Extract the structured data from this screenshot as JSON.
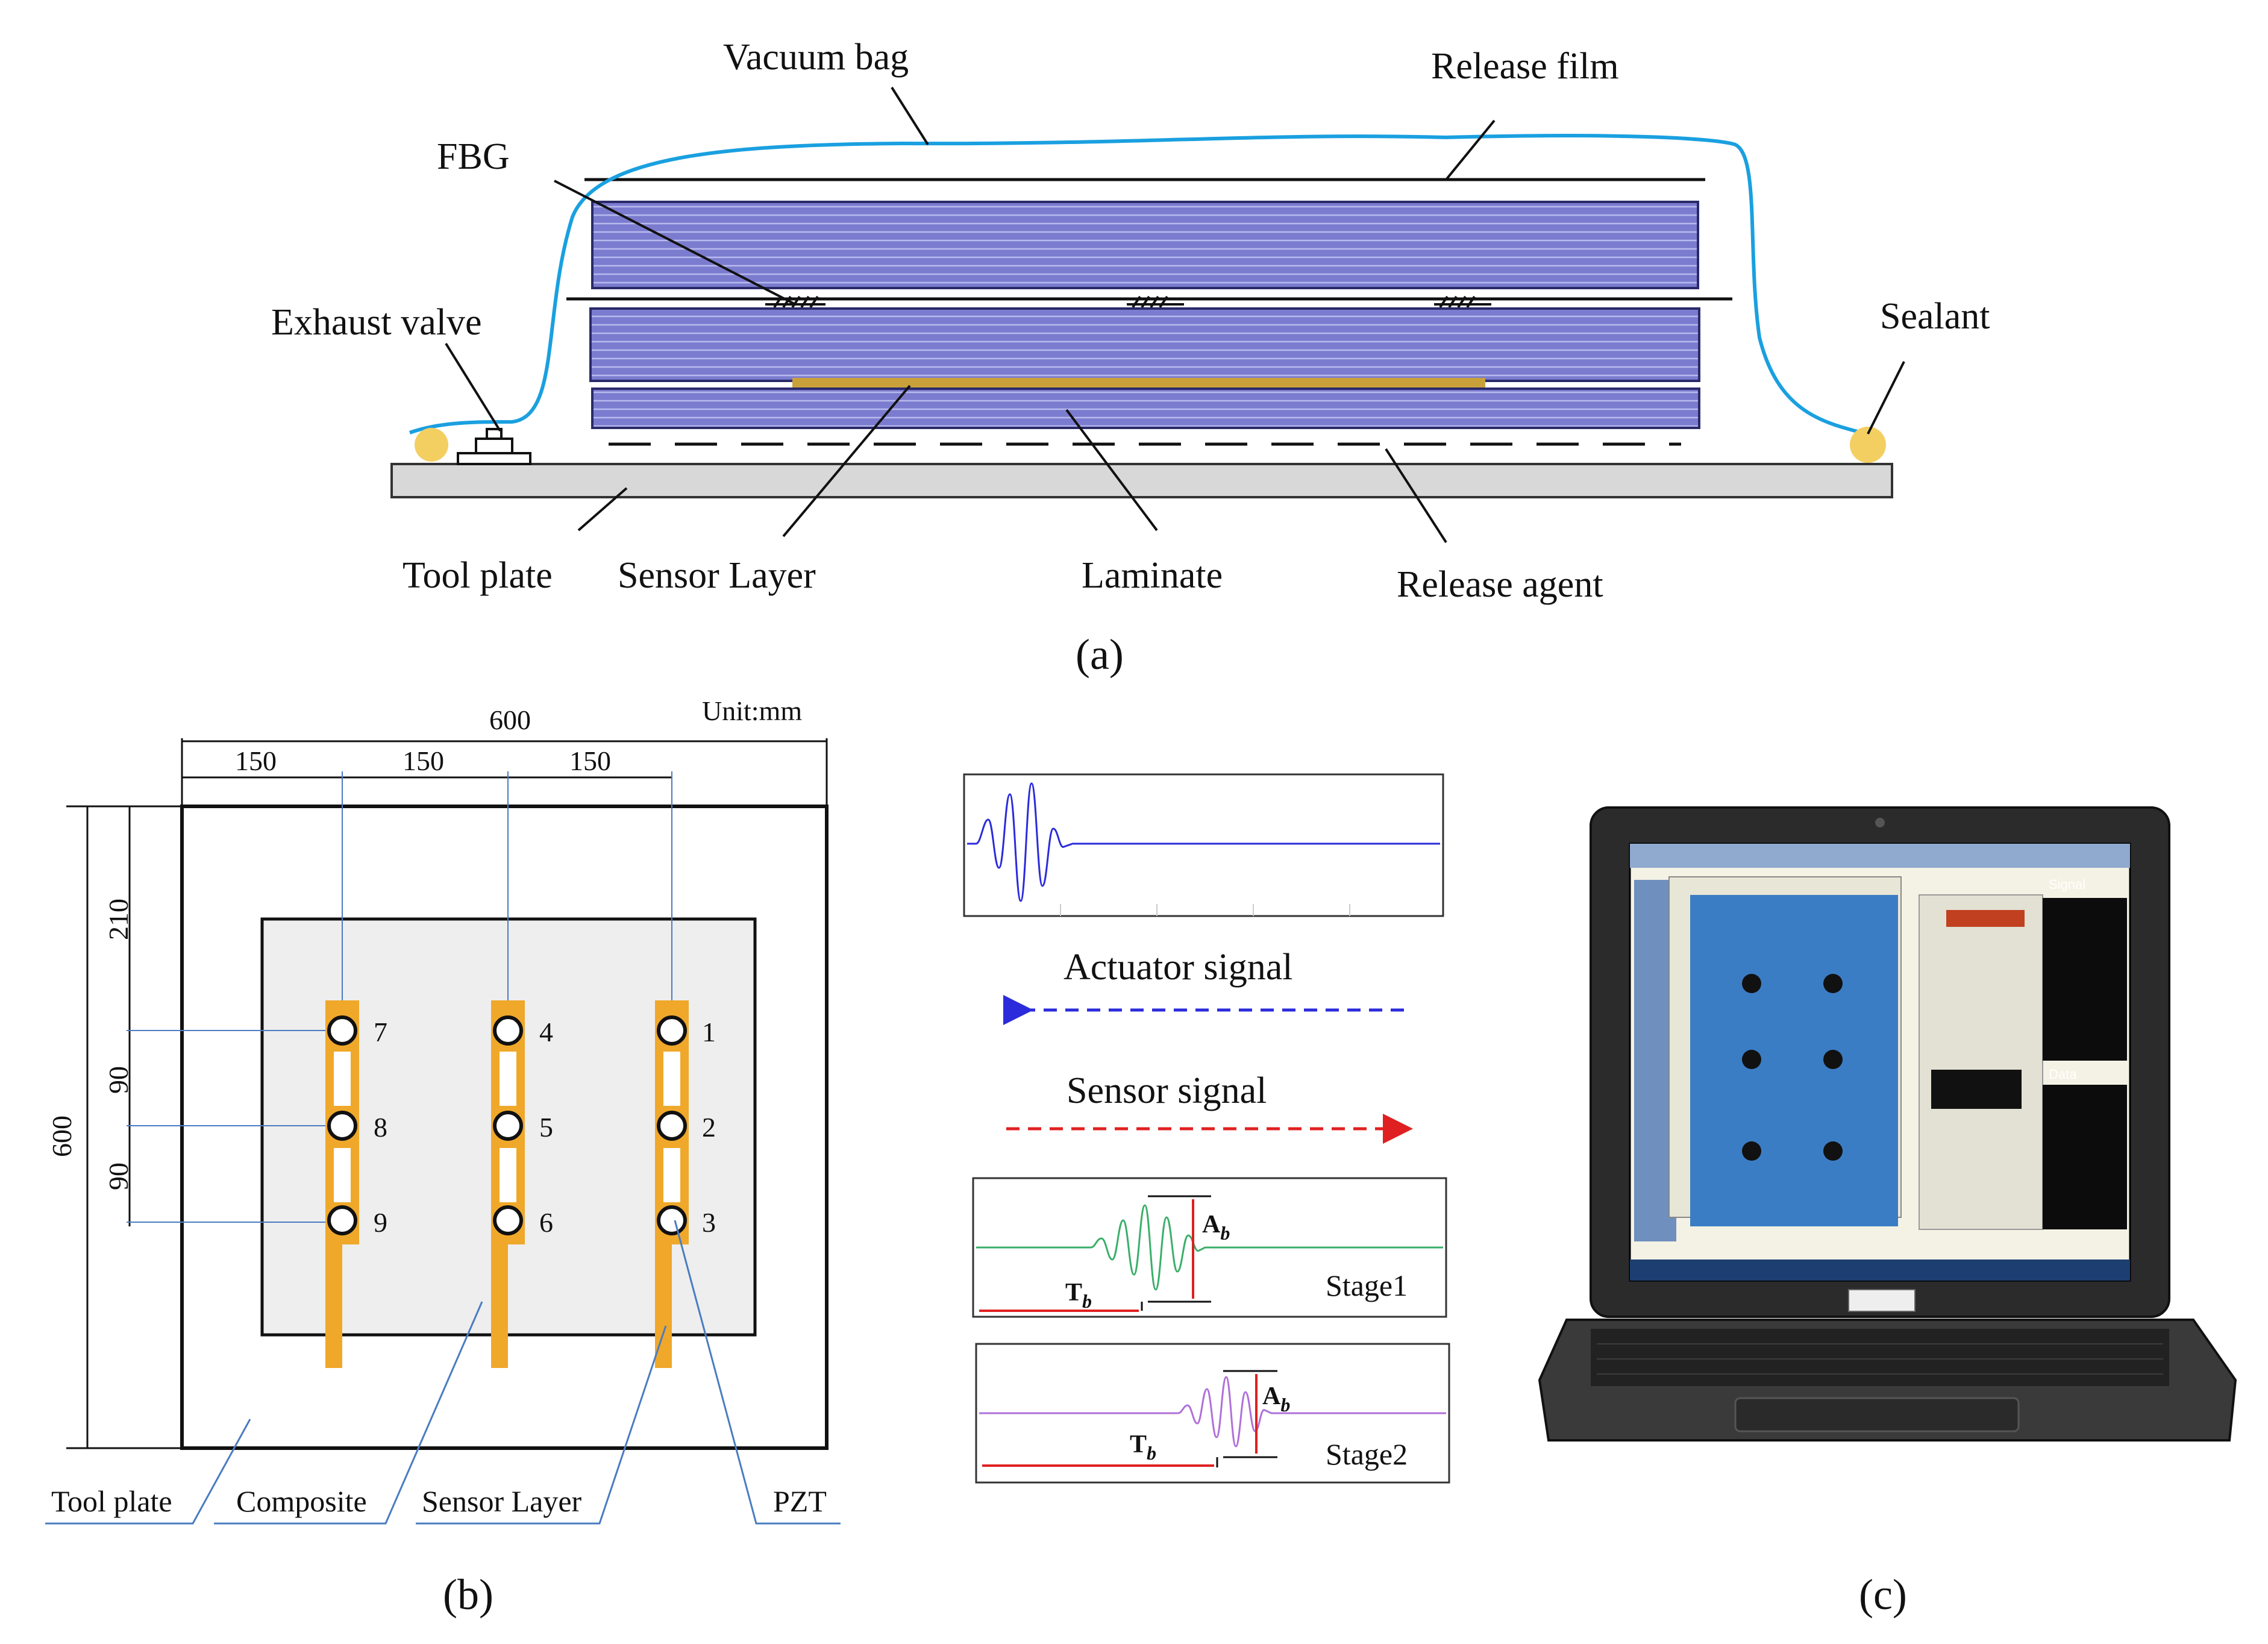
{
  "panel_a": {
    "labels": {
      "vacuum_bag": "Vacuum bag",
      "release_film": "Release film",
      "fbg": "FBG",
      "exhaust_valve": "Exhaust valve",
      "sealant": "Sealant",
      "tool_plate": "Tool plate",
      "sensor_layer": "Sensor Layer",
      "laminate": "Laminate",
      "release_agent": "Release agent"
    },
    "caption": "(a)"
  },
  "panel_b": {
    "unit": "Unit:mm",
    "dims": {
      "total_width": "600",
      "spacing_1": "150",
      "spacing_2": "150",
      "spacing_3": "150",
      "total_height": "600",
      "top_offset": "210",
      "row_gap_1": "90",
      "row_gap_2": "90"
    },
    "pzt_numbers": [
      "1",
      "2",
      "3",
      "4",
      "5",
      "6",
      "7",
      "8",
      "9"
    ],
    "labels": {
      "tool_plate": "Tool plate",
      "composite": "Composite",
      "sensor_layer": "Sensor Layer",
      "pzt": "PZT"
    },
    "caption": "(b)"
  },
  "signals": {
    "actuator_label": "Actuator signal",
    "sensor_label": "Sensor signal",
    "amplitude": "A",
    "time": "T",
    "subscript": "b",
    "stage1": "Stage1",
    "stage2": "Stage2"
  },
  "panel_c": {
    "caption": "(c)",
    "screen_text": {
      "signal": "Signal",
      "data": "Data"
    }
  },
  "colors": {
    "laminate": "#7b7ccf",
    "sensor_layer": "#c9a13a",
    "vacuum_bag": "#1aa0e0",
    "sealant": "#f3cf62",
    "pzt_strip": "#f0a82a",
    "actuator": "#2b2bdc",
    "sensor": "#e02020",
    "stage1_wave": "#3aaf6a",
    "stage2_wave": "#b070d8",
    "screen_panel": "#3b7dc4"
  }
}
